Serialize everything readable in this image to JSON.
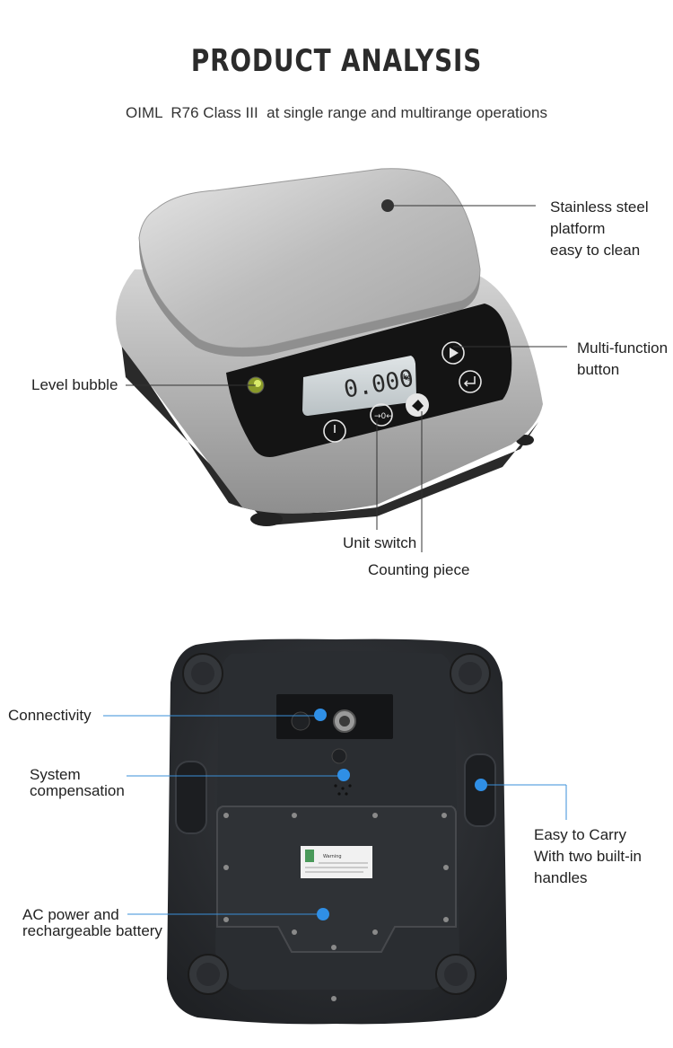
{
  "header": {
    "title": "PRODUCT ANALYSIS",
    "subtitle": "OIML  R76 Class III  at single range and multirange operations"
  },
  "top_product": {
    "display_value": "0.000",
    "display_unit": "kg",
    "labels": {
      "stainless": "Stainless steel\nplatform\neasy to clean",
      "multifunction": "Multi-function\nbutton",
      "level_bubble": "Level bubble",
      "unit_switch": "Unit switch",
      "counting_piece": "Counting piece"
    }
  },
  "bottom_product": {
    "sticker_title": "Warning",
    "labels": {
      "connectivity": "Connectivity",
      "system_compensation": "System\ncompensation",
      "easy_carry": "Easy to Carry\nWith two built-in\nhandles",
      "ac_power": "AC power and\nrechargeable battery"
    }
  },
  "colors": {
    "dot_dark": "#333333",
    "dot_blue": "#2f8fe6",
    "line_blue": "#3a8fd8"
  }
}
